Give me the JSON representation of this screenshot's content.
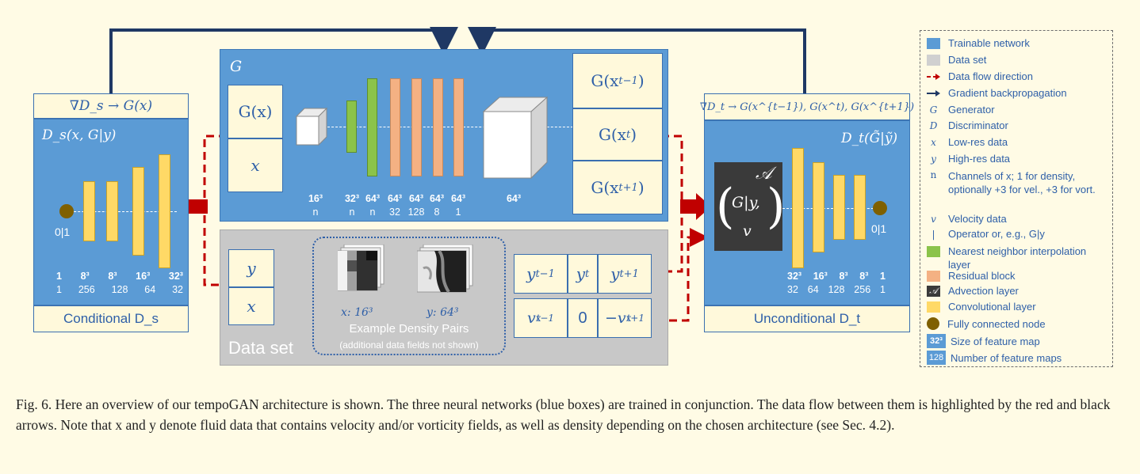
{
  "discriminator_s": {
    "header": "∇D_s → G(x)",
    "title": "D_s(x, G|y)",
    "output": "0|1",
    "sizes": [
      "1",
      "8³",
      "8³",
      "16³",
      "32³"
    ],
    "channels": [
      "1",
      "256",
      "128",
      "64",
      "32"
    ],
    "footer": "Conditional D_s"
  },
  "generator": {
    "label": "G",
    "input_top": "G(x)",
    "input_bottom": "x",
    "sizes": [
      "16³",
      "32³",
      "64³",
      "64³",
      "64³",
      "64³",
      "64³",
      "64³"
    ],
    "channels": [
      "n",
      "n",
      "n",
      "32",
      "128",
      "8",
      "1"
    ],
    "outputs": [
      "G(x^{t−1})",
      "G(x^t)",
      "G(x^{t+1})"
    ]
  },
  "dataset": {
    "label": "Data set",
    "y": "y",
    "x": "x",
    "example_x": "x: 16³",
    "example_y": "y: 64³",
    "example_title": "Example Density Pairs",
    "example_note": "(additional data fields not shown)",
    "row1": [
      "y^{t−1}",
      "y^t",
      "y^{t+1}"
    ],
    "row2": [
      "v_x^{t−1}",
      "0",
      "−v_x^{t+1}"
    ]
  },
  "discriminator_t": {
    "header": "∇D_t → G(x^{t−1}), G(x^t), G(x^{t+1})",
    "title": "D_t(G̃|ỹ)",
    "adv_symbol": "𝒜",
    "adv_top": "G|y,",
    "adv_bottom": "v",
    "output": "0|1",
    "sizes": [
      "32³",
      "16³",
      "8³",
      "8³",
      "1"
    ],
    "channels": [
      "32",
      "64",
      "128",
      "256",
      "1"
    ],
    "footer": "Unconditional D_t"
  },
  "legend": [
    {
      "sym": "swatch",
      "color": "#5b9bd5",
      "label": "Trainable network"
    },
    {
      "sym": "swatch",
      "color": "#d0d0d0",
      "label": "Data set"
    },
    {
      "sym": "red-arrow",
      "label": "Data flow direction"
    },
    {
      "sym": "black-arrow",
      "label": "Gradient backpropagation"
    },
    {
      "sym": "G",
      "label": "Generator"
    },
    {
      "sym": "D",
      "label": "Discriminator"
    },
    {
      "sym": "x",
      "label": "Low-res data"
    },
    {
      "sym": "y",
      "label": "High-res data"
    },
    {
      "sym": "n",
      "label": "Channels of x; 1 for density, optionally +3 for vel., +3 for vort."
    },
    {
      "sym": "v",
      "label": "Velocity data"
    },
    {
      "sym": "|",
      "label": "Operator or, e.g., G|y"
    },
    {
      "sym": "swatch",
      "color": "#8bc34a",
      "label": "Nearest neighbor interpolation layer"
    },
    {
      "sym": "swatch",
      "color": "#f4b183",
      "label": "Residual block"
    },
    {
      "sym": "adv",
      "label": "Advection layer"
    },
    {
      "sym": "swatch",
      "color": "#ffd966",
      "label": "Convolutional layer"
    },
    {
      "sym": "dot",
      "color": "#7f6000",
      "label": "Fully connected node"
    },
    {
      "sym": "32³",
      "label": "Size of feature map"
    },
    {
      "sym": "128",
      "label": "Number of feature maps"
    }
  ],
  "caption": "Fig. 6.  Here an overview of our tempoGAN architecture is shown. The three neural networks (blue boxes) are trained in conjunction. The data flow between them is highlighted by the red and black arrows. Note that x and y denote fluid data that contains velocity and/or vorticity fields, as well as density depending on the chosen architecture (see Sec. 4.2).",
  "colors": {
    "blue": "#5b9bd5",
    "red_arrow": "#c00000",
    "black_arrow": "#1f3864",
    "background": "#fffbe5"
  }
}
